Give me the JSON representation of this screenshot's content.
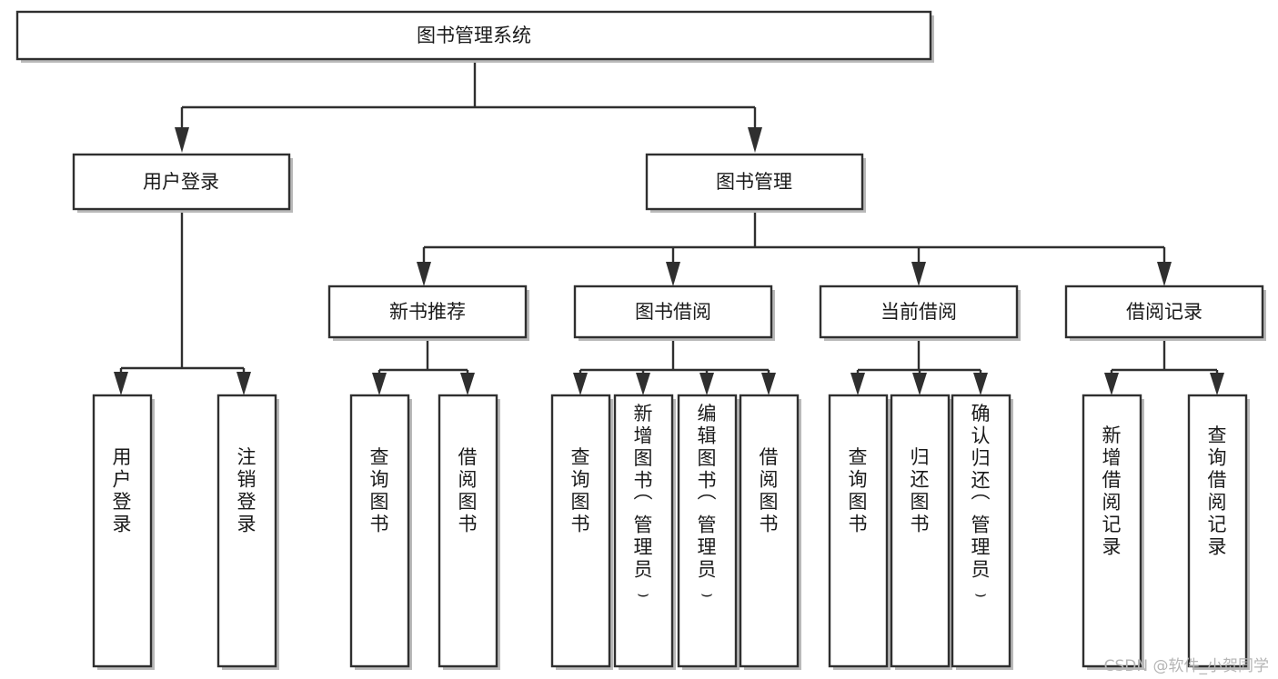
{
  "diagram": {
    "type": "tree-hierarchy-chart",
    "title": "图书管理系统",
    "orientation": "top-down",
    "colors": {
      "box_fill": "#ffffff",
      "box_stroke": "#2f2f2f",
      "shadow": "#b9b9b9",
      "text": "#1a1a1a",
      "background": "#ffffff",
      "watermark": "#b5b5b5"
    },
    "levels": {
      "root": {
        "label": "图书管理系统"
      },
      "level2": [
        {
          "label": "用户登录"
        },
        {
          "label": "图书管理"
        }
      ],
      "level3": [
        {
          "label": "新书推荐"
        },
        {
          "label": "图书借阅"
        },
        {
          "label": "当前借阅"
        },
        {
          "label": "借阅记录"
        }
      ],
      "leaves": [
        {
          "label": "用户登录",
          "parent": "用户登录"
        },
        {
          "label": "注销登录",
          "parent": "用户登录"
        },
        {
          "label": "查询图书",
          "parent": "新书推荐"
        },
        {
          "label": "借阅图书",
          "parent": "新书推荐"
        },
        {
          "label": "查询图书",
          "parent": "图书借阅"
        },
        {
          "label": "新增图书（管理员）",
          "parent": "图书借阅"
        },
        {
          "label": "编辑图书（管理员）",
          "parent": "图书借阅"
        },
        {
          "label": "借阅图书",
          "parent": "图书借阅"
        },
        {
          "label": "查询图书",
          "parent": "当前借阅"
        },
        {
          "label": "归还图书",
          "parent": "当前借阅"
        },
        {
          "label": "确认归还（管理员）",
          "parent": "当前借阅"
        },
        {
          "label": "新增借阅记录",
          "parent": "借阅记录"
        },
        {
          "label": "查询借阅记录",
          "parent": "借阅记录"
        }
      ]
    }
  },
  "watermark": {
    "text": "CSDN @软件_小贺同学"
  }
}
